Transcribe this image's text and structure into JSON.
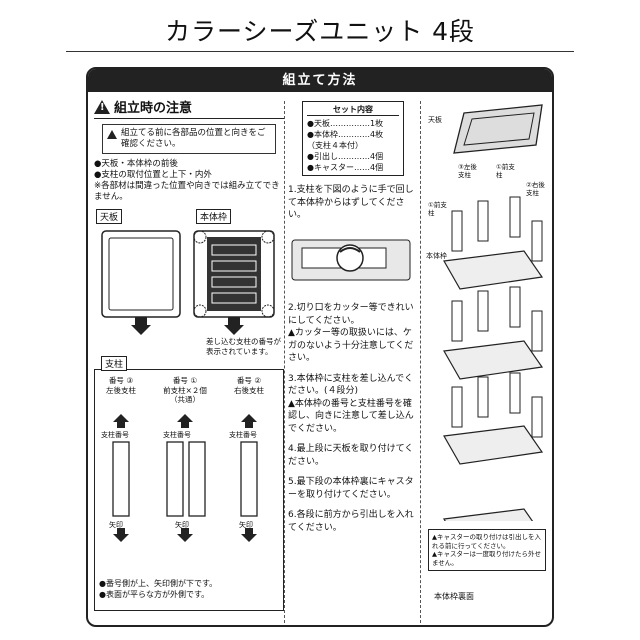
{
  "page": {
    "title": "カラーシーズユニット 4段"
  },
  "banner": {
    "label": "組立て方法"
  },
  "caution": {
    "heading": "組立時の注意",
    "box_text": "組立てる前に各部品の位置と向きをご確認ください。",
    "bullet1": "●天板・本体枠の前後",
    "bullet2": "●支柱の取付位置と上下・内外",
    "note": "※各部材は間違った位置や向きでは組み立てできません。"
  },
  "parts": {
    "top_board": "天板",
    "body_frame": "本体枠",
    "insert_note": "差し込む支柱の番号が表示されています。",
    "post_title": "支柱",
    "post3_label": "番号 ③",
    "post3_desc": "左後支柱",
    "post1_label": "番号 ①",
    "post1_desc": "前支柱×２個",
    "post1_sub": "（共通）",
    "post2_label": "番号 ②",
    "post2_desc": "右後支柱",
    "post_number": "支柱番号",
    "arrow_mark": "矢印",
    "rule1": "●番号側が上、矢印側が下です。",
    "rule2": "●表面が平らな方が外側です。"
  },
  "set": {
    "title": "セット内容",
    "items": [
      "●天板……………1枚",
      "●本体枠…………4枚",
      "（支柱４本付）",
      "●引出し…………4個",
      "●キャスター……4個"
    ]
  },
  "steps": [
    "1.支柱を下図のように手で回して本体枠からはずしてください。",
    "2.切り口をカッター等できれいにしてください。",
    "▲カッター等の取扱いには、ケガのないよう十分注意してください。",
    "3.本体枠に支柱を差し込んでください。(４段分)",
    "▲本体枠の番号と支柱番号を確認し、向きに注意して差し込んでください。",
    "4.最上段に天板を取り付けてください。",
    "5.最下段の本体枠裏にキャスターを取り付けてください。",
    "6.各段に前方から引出しを入れてください。"
  ],
  "diagram": {
    "top_label": "天板",
    "frame_label": "本体枠",
    "left_back": "③左後支柱",
    "front_a": "①前支柱",
    "front_b": "①前支柱",
    "right_back": "②右後支柱",
    "caster_note1": "▲キャスターの取り付けは引出しを入れる前に行ってください。",
    "caster_note2": "▲キャスターは一度取り付けたら外せません。",
    "caster_view": "本体枠裏面"
  },
  "icons": [
    "warning-icon",
    "arrow-down-icon",
    "arrow-up-icon",
    "caster-icon"
  ]
}
